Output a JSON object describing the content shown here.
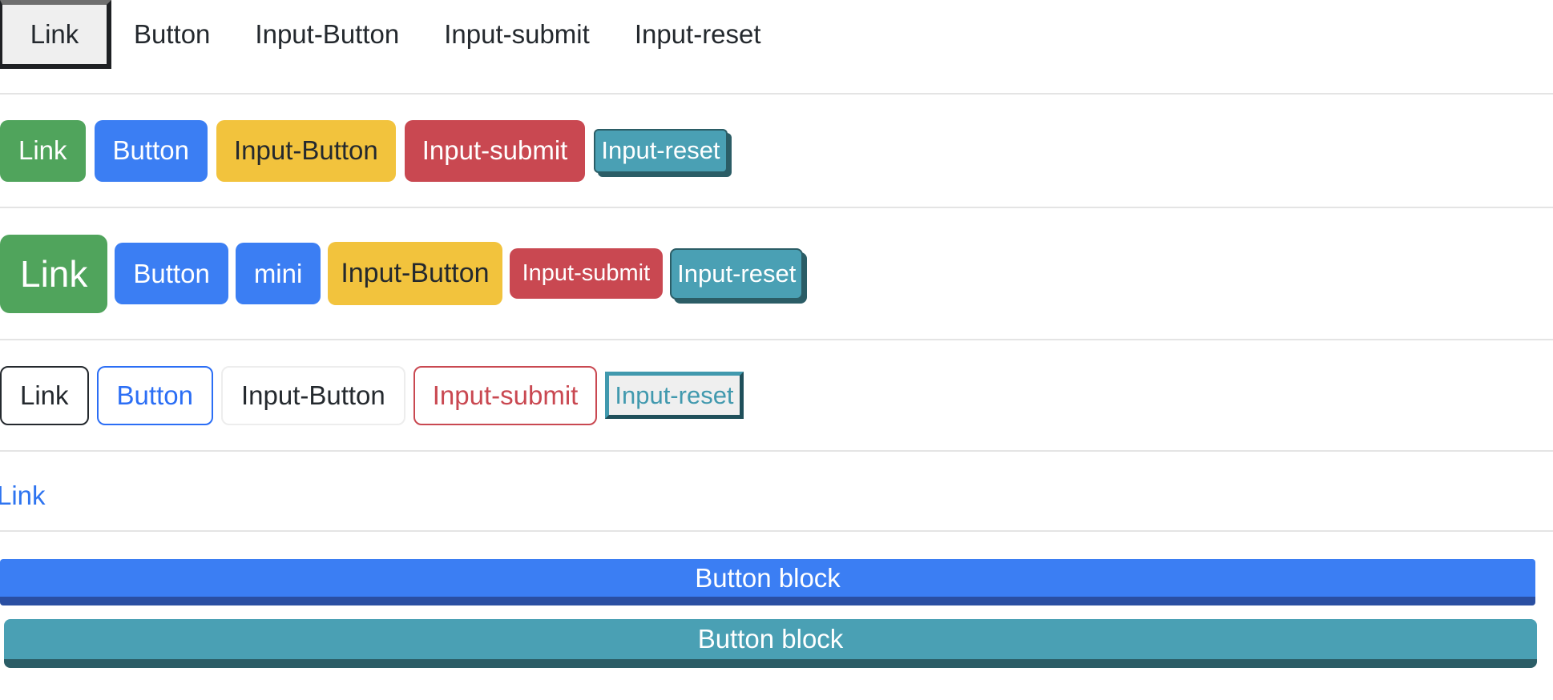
{
  "colors": {
    "green": "#50a45c",
    "blue": "#3b7ef3",
    "blue-dark": "#2a4fa2",
    "yellow": "#f2c33d",
    "red": "#c94851",
    "teal": "#4aa0b4",
    "teal-dark": "#2b5d66",
    "teal-border-dark": "#1f4f5a",
    "teal-text": "#4199ae",
    "link-blue": "#2e74f0",
    "outline-blue": "#2b6ef5",
    "text-dark": "#24292e",
    "divider": "#e4e4e4",
    "box-bg": "#efefef",
    "box-border": "#1e2023",
    "box-border-top": "#6f6f6f",
    "outline-light": "#ededed"
  },
  "plain_row": {
    "link": "Link",
    "button": "Button",
    "input_button": "Input-Button",
    "input_submit": "Input-submit",
    "input_reset": "Input-reset"
  },
  "solid_row": {
    "link": "Link",
    "button": "Button",
    "input_button": "Input-Button",
    "input_submit": "Input-submit",
    "input_reset": "Input-reset"
  },
  "size_row": {
    "link": "Link",
    "button": "Button",
    "mini": "mini",
    "input_button": "Input-Button",
    "input_submit": "Input-submit",
    "input_reset": "Input-reset"
  },
  "outline_row": {
    "link": "Link",
    "button": "Button",
    "input_button": "Input-Button",
    "input_submit": "Input-submit",
    "input_reset": "Input-reset"
  },
  "link_row": {
    "link": "Link"
  },
  "block_row": {
    "button_block": "Button block",
    "input_block": "Button block"
  }
}
